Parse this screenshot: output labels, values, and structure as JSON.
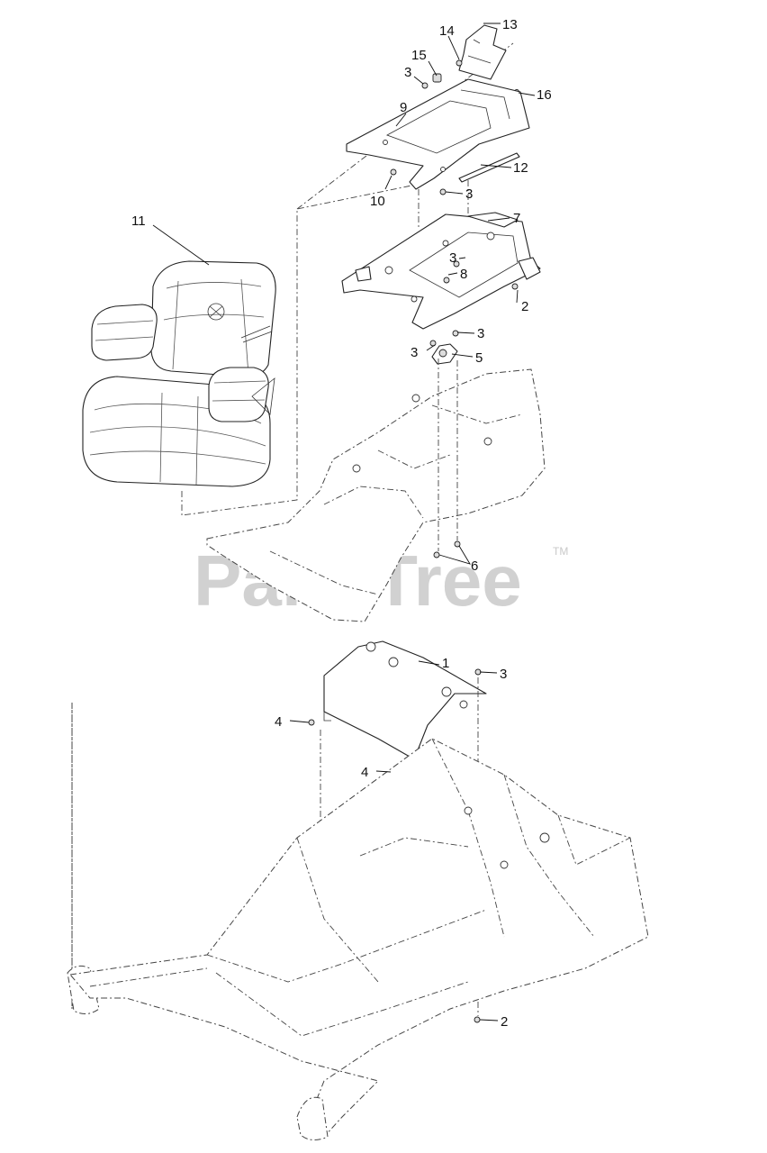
{
  "watermark": {
    "text": "PartsTree",
    "trademark": "TM"
  },
  "callouts": [
    {
      "id": "c13",
      "label": "13"
    },
    {
      "id": "c14",
      "label": "14"
    },
    {
      "id": "c15",
      "label": "15"
    },
    {
      "id": "c3a",
      "label": "3"
    },
    {
      "id": "c16",
      "label": "16"
    },
    {
      "id": "c9",
      "label": "9"
    },
    {
      "id": "c12",
      "label": "12"
    },
    {
      "id": "c10",
      "label": "10"
    },
    {
      "id": "c3b",
      "label": "3"
    },
    {
      "id": "c11",
      "label": "11"
    },
    {
      "id": "c7",
      "label": "7"
    },
    {
      "id": "c3c",
      "label": "3"
    },
    {
      "id": "c8",
      "label": "8"
    },
    {
      "id": "c2a",
      "label": "2"
    },
    {
      "id": "c3d",
      "label": "3"
    },
    {
      "id": "c3e",
      "label": "3"
    },
    {
      "id": "c5",
      "label": "5"
    },
    {
      "id": "c6",
      "label": "6"
    },
    {
      "id": "c1",
      "label": "1"
    },
    {
      "id": "c3f",
      "label": "3"
    },
    {
      "id": "c4a",
      "label": "4"
    },
    {
      "id": "c4b",
      "label": "4"
    },
    {
      "id": "c2b",
      "label": "2"
    }
  ]
}
